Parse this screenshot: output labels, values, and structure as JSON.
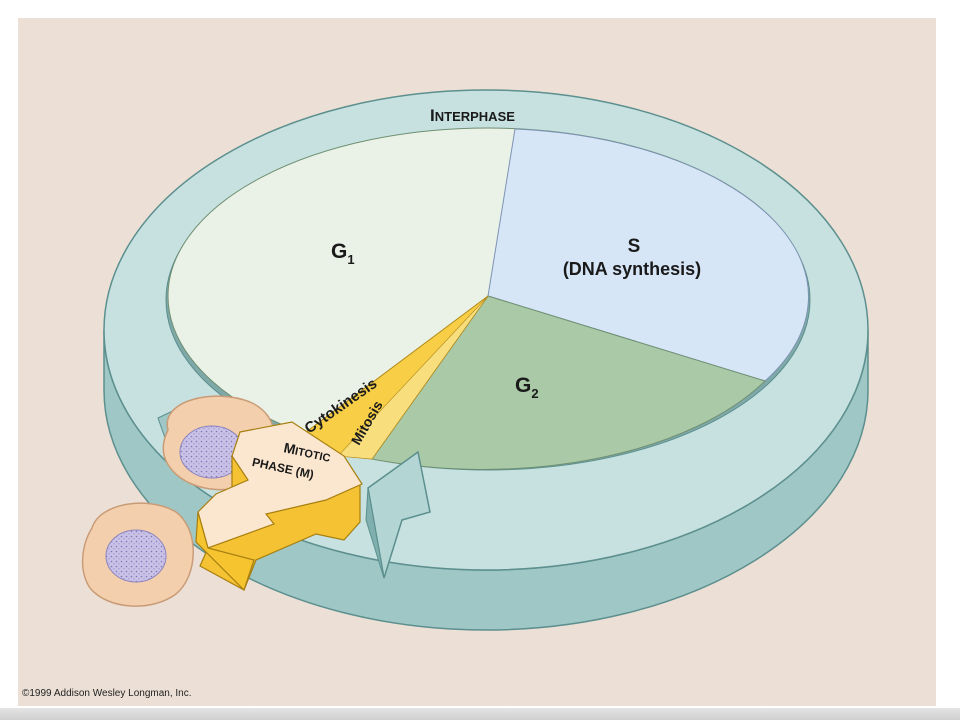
{
  "diagram": {
    "title_parts": {
      "initial": "I",
      "rest": "NTERPHASE"
    },
    "phases": {
      "g1": {
        "base": "G",
        "sub": "1"
      },
      "s": {
        "line1": "S",
        "line2": "(DNA synthesis)"
      },
      "g2": {
        "base": "G",
        "sub": "2"
      },
      "cytokinesis": "Cytokinesis",
      "mitosis": "Mitosis",
      "mitotic_phase": {
        "initial": "M",
        "rest": "ITOTIC",
        "line2": "PHASE (M)"
      }
    },
    "colors": {
      "background": "#ece0d6",
      "g1": "#e9f0e4",
      "s": "#d7e6f6",
      "g2": "#a7c9a6",
      "ring": "#bfdcdc",
      "m_phase": "#f6c93c",
      "cell": "#f2cfae",
      "nucleus": "#bdb6de"
    }
  },
  "footer": {
    "copyright": "©1999 Addison Wesley Longman, Inc."
  }
}
